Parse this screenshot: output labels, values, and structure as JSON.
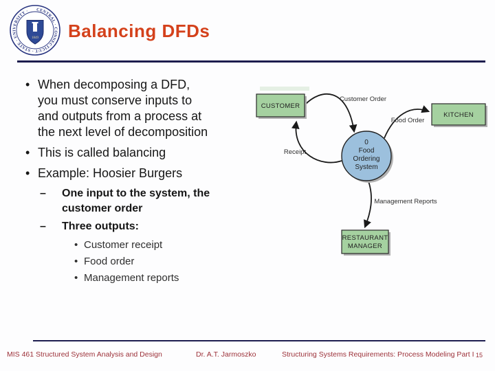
{
  "header": {
    "title": "Balancing DFDs",
    "seal_text": "CENTRAL · CONNECTICUT · STATE · UNIVERSITY ·",
    "seal_year": "1849"
  },
  "markers": {
    "dot": "•",
    "dash": "–"
  },
  "bullets": {
    "l1": [
      "When decomposing a DFD,\nyou must conserve inputs to\nand outputs from a process at\nthe next level of decomposition",
      "This is called balancing",
      "Example: Hoosier Burgers"
    ],
    "l2": [
      "One input to the system, the\ncustomer order",
      "Three outputs:"
    ],
    "l3": [
      "Customer receipt",
      "Food order",
      "Management reports"
    ]
  },
  "diagram": {
    "entities": {
      "customer": "CUSTOMER",
      "kitchen": "KITCHEN",
      "manager_line1": "RESTAURANT",
      "manager_line2": "MANAGER"
    },
    "process": {
      "number": "0",
      "name_line1": "Food",
      "name_line2": "Ordering",
      "name_line3": "System"
    },
    "flows": {
      "customer_order": "Customer Order",
      "food_order": "Food Order",
      "receipt": "Receipt",
      "management_reports": "Management Reports"
    },
    "colors": {
      "entity_fill": "#a5d1a0",
      "process_fill": "#9cc0dd",
      "line": "#1a1a1a"
    }
  },
  "footer": {
    "course": "MIS 461 Structured System Analysis and Design",
    "author": "Dr. A.T. Jarmoszko",
    "section": "Structuring Systems Requirements: Process Modeling Part I",
    "page": "15"
  },
  "colors": {
    "title": "#d4411b",
    "rule": "#1c1c4e",
    "footer_text": "#9c3038",
    "seal_blue": "#2e4a96"
  }
}
